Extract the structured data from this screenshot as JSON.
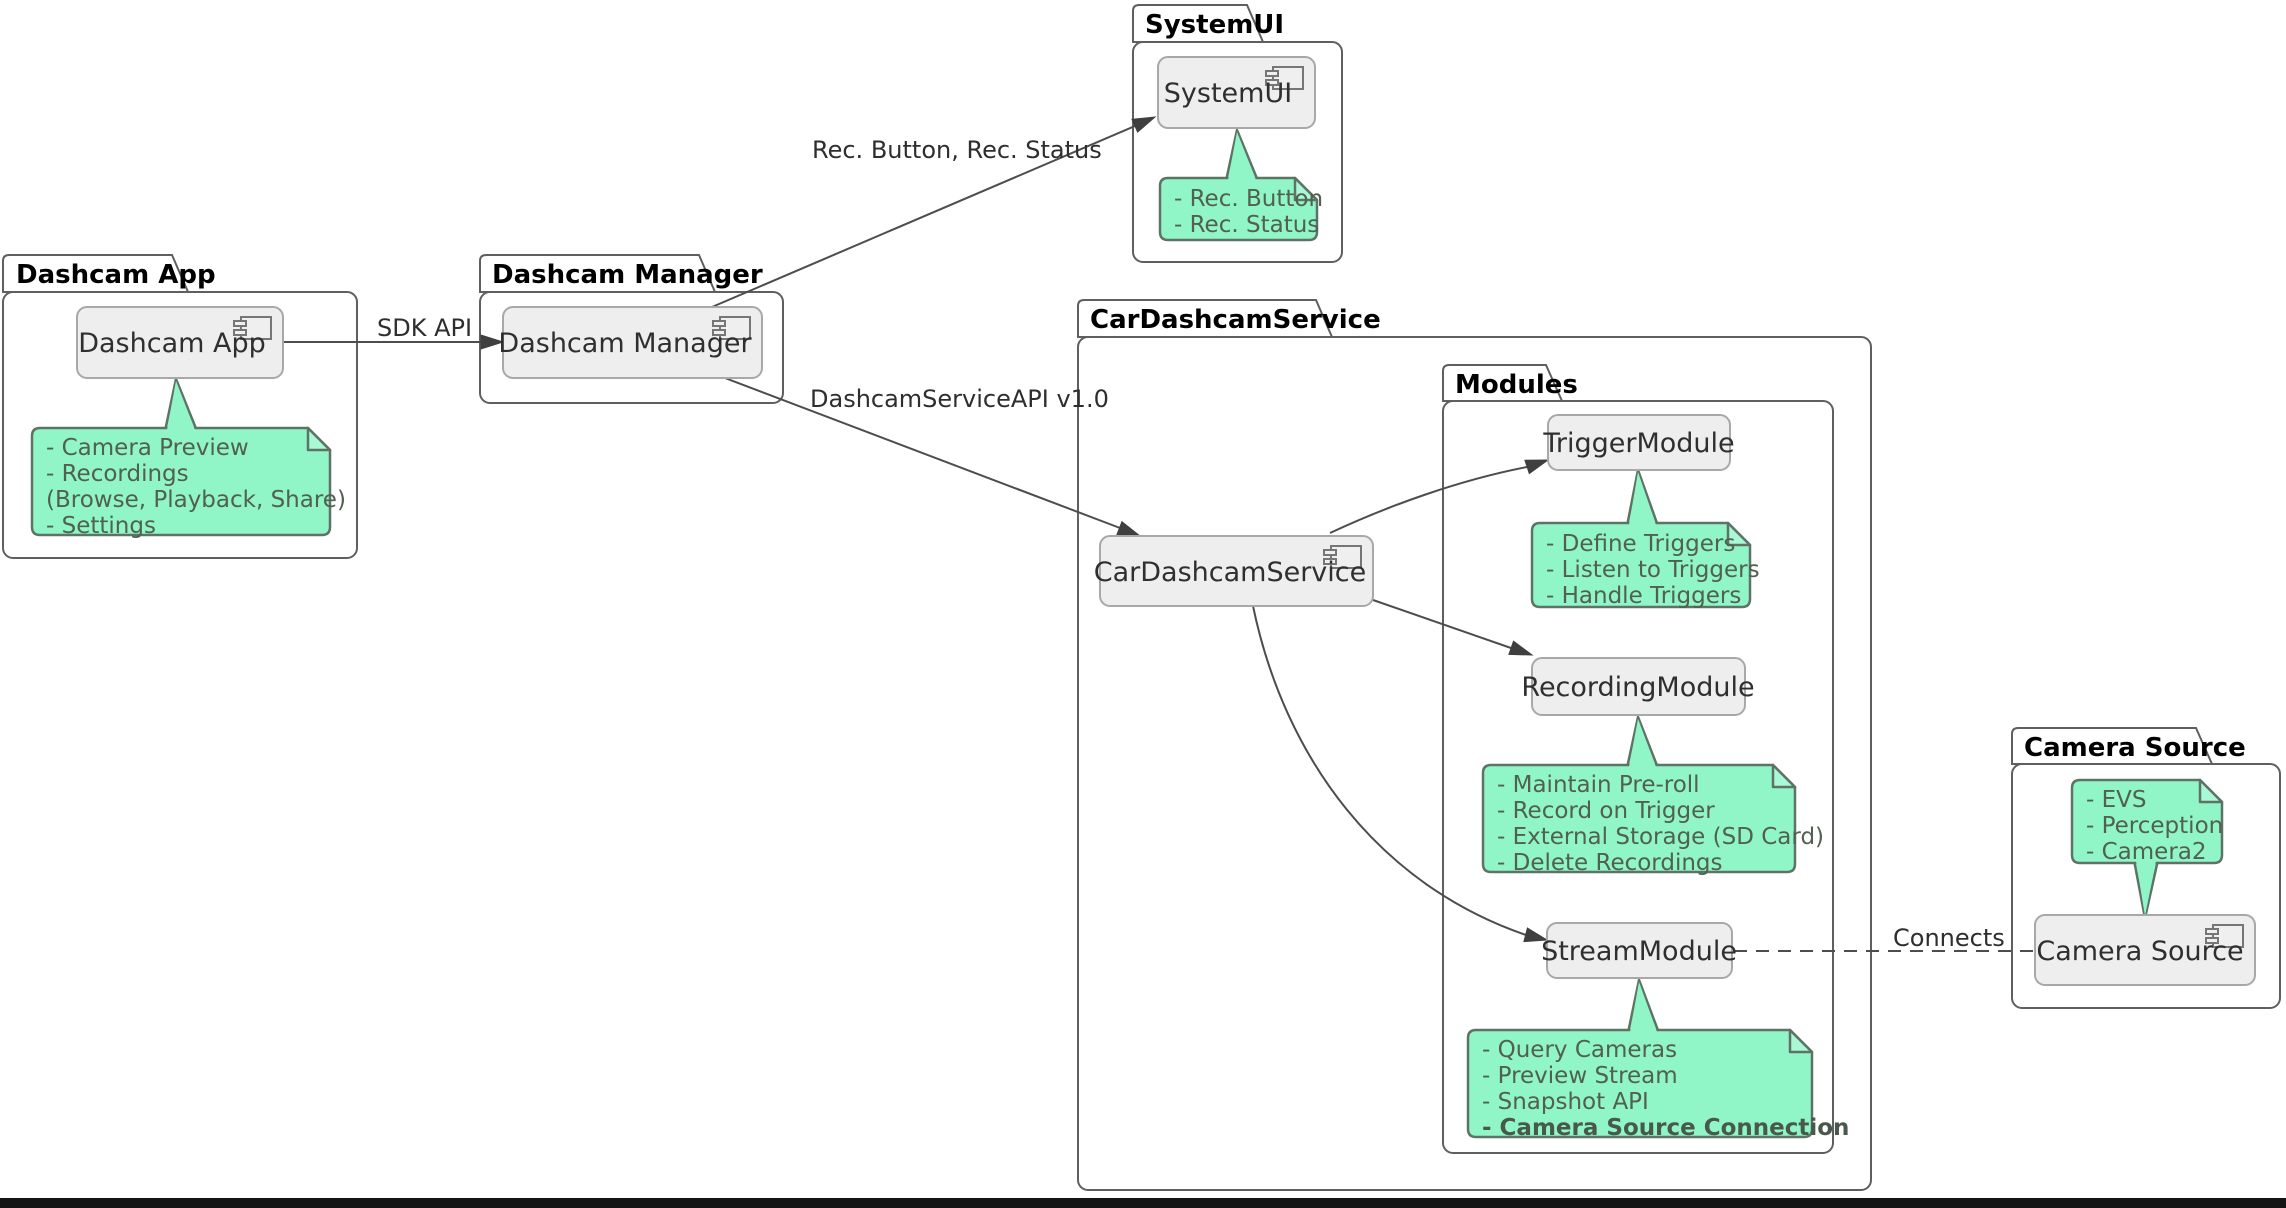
{
  "diagram": {
    "packages": {
      "dashcam_app": {
        "title": "Dashcam App"
      },
      "dashcam_manager": {
        "title": "Dashcam Manager"
      },
      "systemui": {
        "title": "SystemUI"
      },
      "car_dashcam_service": {
        "title": "CarDashcamService"
      },
      "modules": {
        "title": "Modules"
      },
      "camera_source": {
        "title": "Camera Source"
      }
    },
    "components": {
      "dashcam_app": {
        "label": "Dashcam App"
      },
      "dashcam_manager": {
        "label": "Dashcam Manager"
      },
      "systemui": {
        "label": "SystemUI"
      },
      "car_dashcam_service": {
        "label": "CarDashcamService"
      },
      "trigger_module": {
        "label": "TriggerModule"
      },
      "recording_module": {
        "label": "RecordingModule"
      },
      "stream_module": {
        "label": "StreamModule"
      },
      "camera_source": {
        "label": "Camera Source"
      }
    },
    "notes": {
      "dashcam_app": {
        "lines": [
          "- Camera Preview",
          "- Recordings",
          "(Browse, Playback, Share)",
          "- Settings"
        ]
      },
      "systemui": {
        "lines": [
          "- Rec. Button",
          "- Rec. Status"
        ]
      },
      "trigger_module": {
        "lines": [
          "- Define Triggers",
          "- Listen to Triggers",
          "- Handle Triggers"
        ]
      },
      "recording_module": {
        "lines": [
          "- Maintain Pre-roll",
          "- Record on Trigger",
          "- External Storage (SD Card)",
          "- Delete Recordings"
        ]
      },
      "stream_module": {
        "lines": [
          "- Query Cameras",
          "- Preview Stream",
          "- Snapshot API",
          "- Camera Source Connection"
        ]
      },
      "camera_source": {
        "lines": [
          "- EVS",
          "- Perception",
          "- Camera2"
        ]
      }
    },
    "edges": {
      "sdk_api": {
        "label": "SDK API"
      },
      "rec_button_status": {
        "label": "Rec. Button, Rec. Status"
      },
      "dashcam_service_api": {
        "label": "DashcamServiceAPI v1.0"
      },
      "connects": {
        "label": "Connects"
      }
    },
    "colors": {
      "note_fill": "#90f6c8",
      "note_border": "#5e7265",
      "note_text": "#51604f",
      "component_fill": "#eeeeee",
      "component_border": "#a8a8a8",
      "package_border": "#5f5f5f",
      "edge": "#4d4d4d",
      "title_text": "#000000",
      "bottom_bar": "#141414"
    }
  }
}
